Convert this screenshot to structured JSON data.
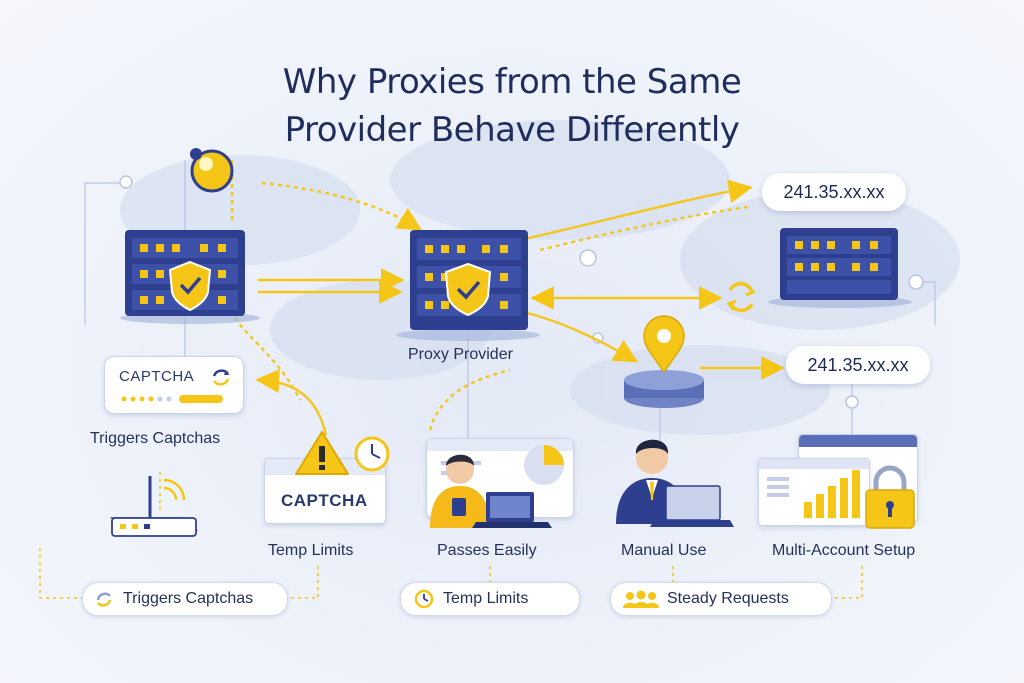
{
  "title": {
    "line1": "Why Proxies from the Same",
    "line2": "Provider Behave Differently"
  },
  "ips": {
    "top": "241.35.xx.xx",
    "middle": "241.35.xx.xx"
  },
  "labels": {
    "proxy_provider": "Proxy Provider",
    "triggers_captchas": "Triggers Captchas",
    "temp_limits": "Temp Limits",
    "passes_easily": "Passes Easily",
    "manual_use": "Manual Use",
    "multi_account": "Multi-Account Setup"
  },
  "captcha_card": {
    "text": "CAPTCHA"
  },
  "captcha_sheet": {
    "text": "CAPTCHA"
  },
  "bottom_chips": [
    {
      "label": "Triggers Captchas"
    },
    {
      "label": "Temp Limits"
    },
    {
      "label": "Steady Requests"
    }
  ],
  "colors": {
    "navy": "#2f3f8f",
    "accent": "#f5c518",
    "text": "#1f2d5c"
  },
  "icons": [
    "server-icon",
    "shield-check-icon",
    "location-pin-icon",
    "refresh-icon",
    "router-icon",
    "warning-icon",
    "clock-icon",
    "person-icon",
    "laptop-icon",
    "padlock-icon",
    "bar-chart-icon"
  ]
}
